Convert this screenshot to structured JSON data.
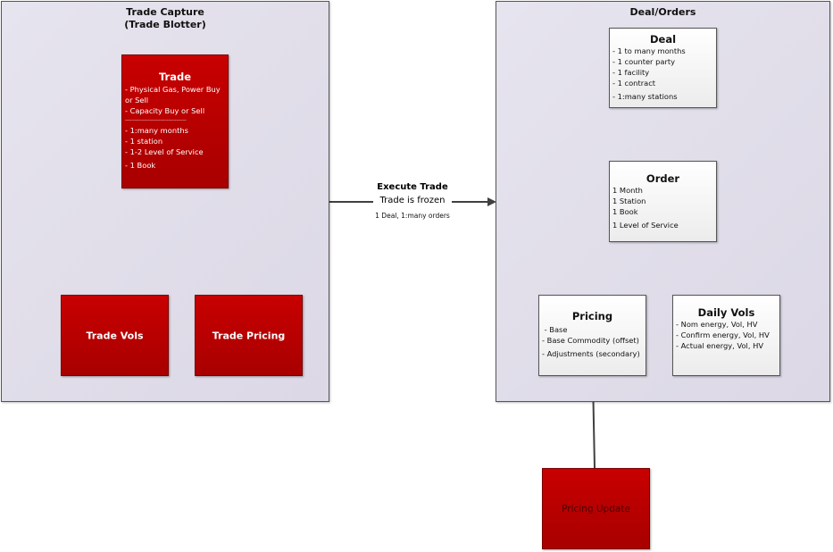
{
  "containers": {
    "trade_capture": {
      "title_line1": "Trade Capture",
      "title_line2": "(Trade Blotter)"
    },
    "deal_orders": {
      "title": "Deal/Orders"
    }
  },
  "trade": {
    "title": "Trade",
    "lines": [
      "- Physical Gas, Power Buy",
      "or Sell",
      "- Capacity Buy or Sell",
      "--------------------------------------",
      "- 1:many months",
      "- 1 station",
      "- 1-2 Level of Service",
      "- 1 Book"
    ]
  },
  "trade_vols": {
    "label": "Trade Vols"
  },
  "trade_pricing": {
    "label": "Trade Pricing"
  },
  "execute_trade": {
    "title": "Execute Trade",
    "subtitle": "Trade is frozen",
    "note": "1 Deal, 1:many orders"
  },
  "deal": {
    "title": "Deal",
    "lines": [
      "- 1 to many months",
      "- 1 counter party",
      "- 1 facility",
      "- 1 contract",
      "- 1:many stations"
    ]
  },
  "order": {
    "title": "Order",
    "lines": [
      "1 Month",
      "1 Station",
      "1 Book",
      "1 Level of Service"
    ]
  },
  "pricing": {
    "title": "Pricing",
    "lines": [
      " - Base",
      "- Base Commodity (offset)",
      "- Adjustments (secondary)"
    ]
  },
  "daily_vols": {
    "title": "Daily Vols",
    "lines": [
      "- Nom energy, Vol, HV",
      "- Confirm energy, Vol, HV",
      "- Actual energy, Vol, HV"
    ]
  },
  "pricing_update": {
    "label": "Pricing Update"
  },
  "colors": {
    "red_fill": "#c00000",
    "container_fill": "#e0dde9",
    "connector": "#404040"
  }
}
